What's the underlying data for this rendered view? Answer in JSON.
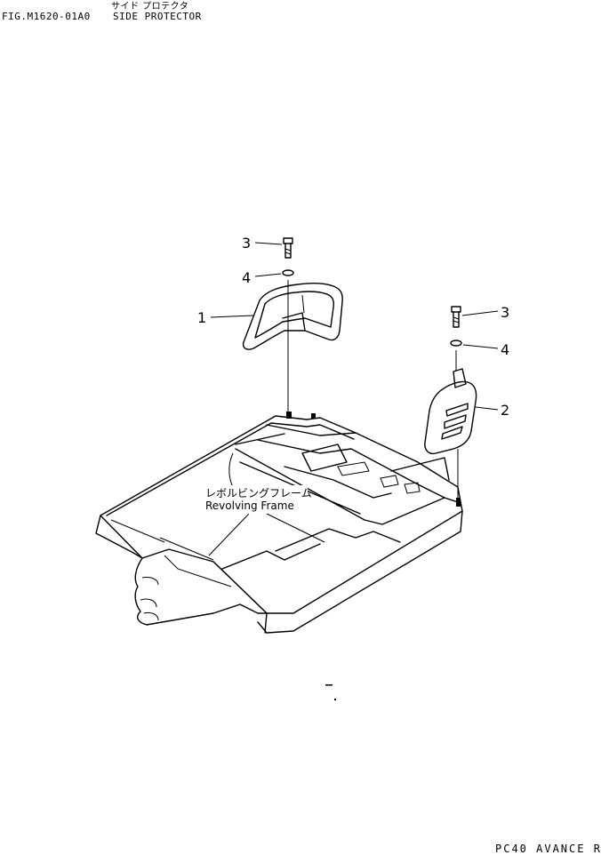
{
  "header": {
    "japanese_title": "サイド プロテクタ",
    "figure_number": "FIG.M1620-01A0",
    "title": "SIDE PROTECTOR"
  },
  "callouts": [
    {
      "number": "1",
      "part": "left side protector"
    },
    {
      "number": "2",
      "part": "right side protector"
    },
    {
      "number": "3",
      "part": "bolt (left)"
    },
    {
      "number": "3",
      "part": "bolt (right)"
    },
    {
      "number": "4",
      "part": "washer (left)"
    },
    {
      "number": "4",
      "part": "washer (right)"
    }
  ],
  "frame_label": {
    "japanese": "レボルビングフレーム",
    "english": "Revolving Frame"
  },
  "footer": {
    "text": "PC40 AVANCE R"
  }
}
